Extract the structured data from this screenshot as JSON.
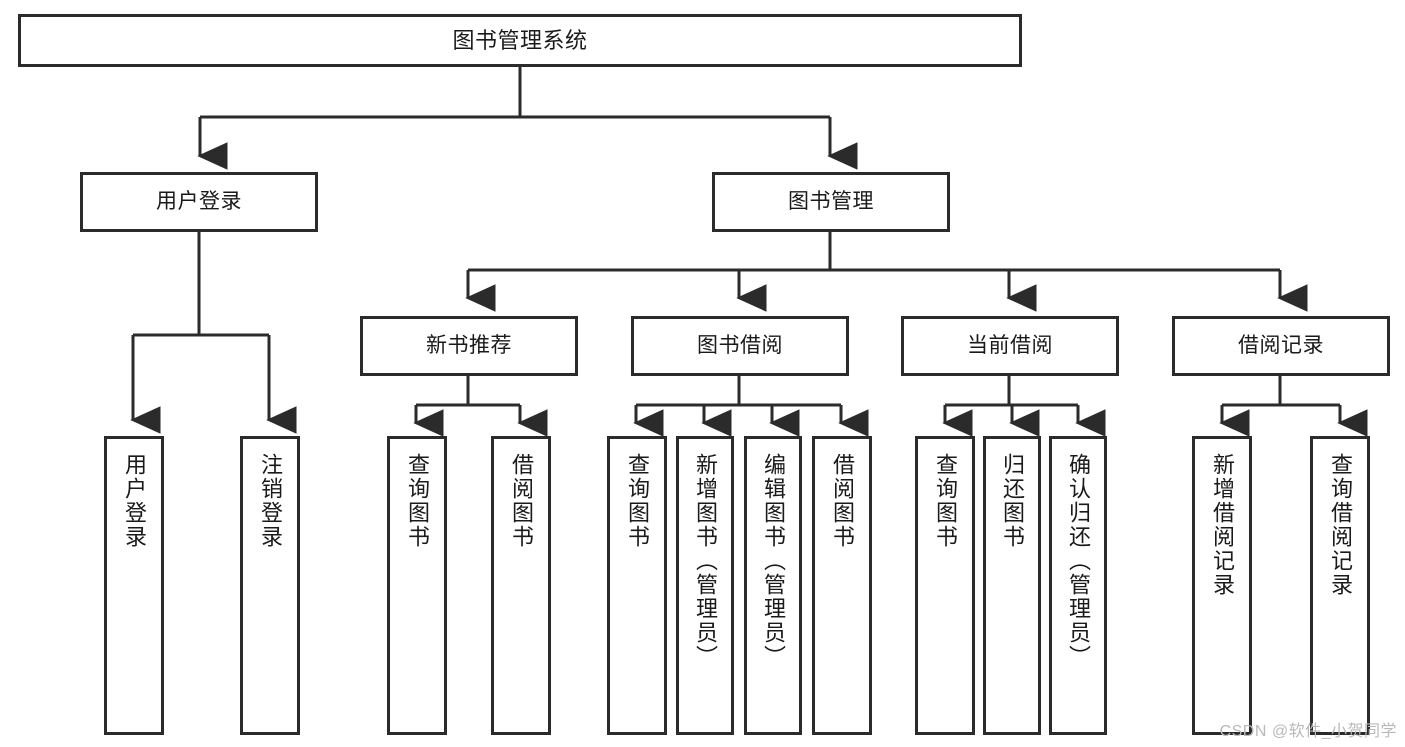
{
  "diagram": {
    "title": "图书管理系统",
    "type": "tree-hierarchy-diagram",
    "colors": {
      "stroke": "#2b2b2b",
      "fill": "#ffffff",
      "text": "#1a1a1a",
      "watermark": "#b9b9b9"
    },
    "nodes": {
      "root": {
        "label": "图书管理系统"
      },
      "level1": [
        {
          "label": "用户登录"
        },
        {
          "label": "图书管理"
        }
      ],
      "level2": [
        {
          "label": "新书推荐"
        },
        {
          "label": "图书借阅"
        },
        {
          "label": "当前借阅"
        },
        {
          "label": "借阅记录"
        }
      ],
      "leaves_user_login": [
        {
          "label": "用户登录"
        },
        {
          "label": "注销登录"
        }
      ],
      "leaves_new_book": [
        {
          "label": "查询图书"
        },
        {
          "label": "借阅图书"
        }
      ],
      "leaves_borrow": [
        {
          "label": "查询图书"
        },
        {
          "label": "新增图书（管理员）"
        },
        {
          "label": "编辑图书（管理员）"
        },
        {
          "label": "借阅图书"
        }
      ],
      "leaves_current": [
        {
          "label": "查询图书"
        },
        {
          "label": "归还图书"
        },
        {
          "label": "确认归还（管理员）"
        }
      ],
      "leaves_records": [
        {
          "label": "新增借阅记录"
        },
        {
          "label": "查询借阅记录"
        }
      ]
    },
    "watermark": "CSDN @软件_小贺同学"
  }
}
